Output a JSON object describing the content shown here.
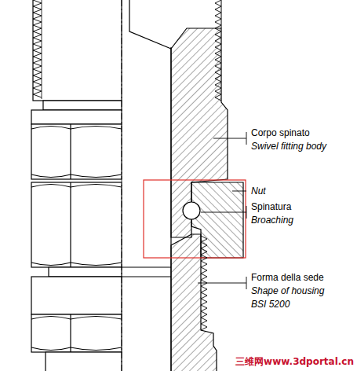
{
  "diagram": {
    "labels": [
      "Corpo spinato",
      "Swivel fitting body",
      "Nut",
      "Spinatura",
      "Broaching",
      "Forma della sede",
      "Shape of housing",
      "BSI 5200",
      "三维网www.3dportal.cn"
    ]
  }
}
